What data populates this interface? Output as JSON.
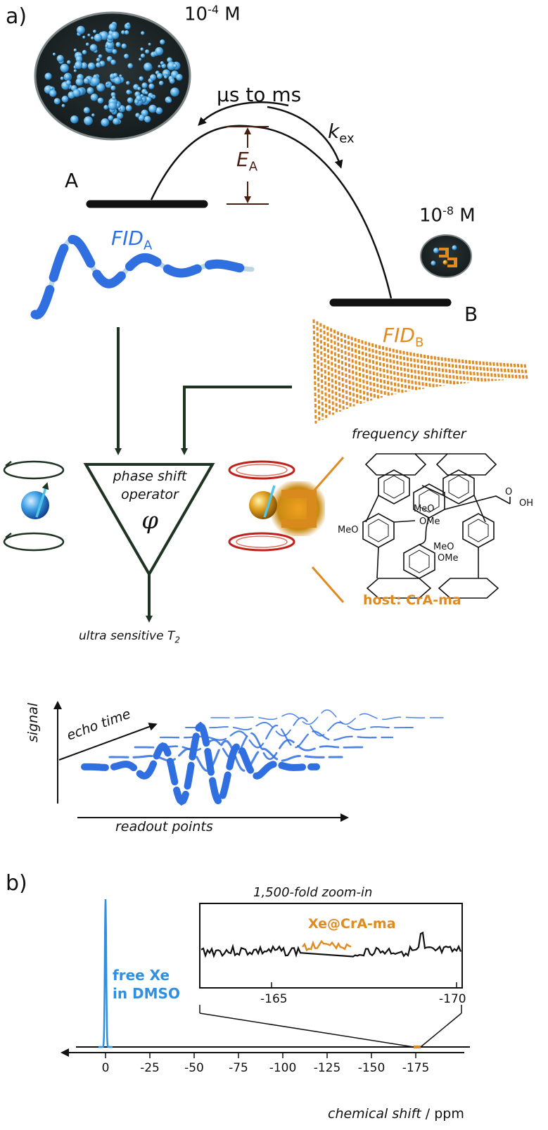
{
  "panel_a": {
    "label": "a)",
    "conc_high": "10-4 M",
    "conc_high_base": "10",
    "conc_high_exp": "-4",
    "conc_high_unit": " M",
    "conc_low_base": "10",
    "conc_low_exp": "-8",
    "conc_low_unit": " M",
    "timescale": "μs to ms",
    "kex_main": "k",
    "kex_sub": "ex",
    "ea_main": "E",
    "ea_sub": "A",
    "state_a": "A",
    "state_b": "B",
    "fid_a_main": "FID",
    "fid_a_sub": "A",
    "fid_b_main": "FID",
    "fid_b_sub": "B",
    "operator_line1": "phase shift",
    "operator_line2": "operator",
    "operator_symbol": "φ",
    "frequency_shifter": "frequency shifter",
    "host_label": "host: CrA-ma",
    "output_main": "ultra sensitive T",
    "output_sub": "2",
    "molecule_groups": [
      "MeO",
      "OMe",
      "MeO",
      "MeO",
      "OMe",
      "O",
      "OH"
    ],
    "axis_signal": "signal",
    "axis_echo": "echo time",
    "axis_readout": "readout points"
  },
  "panel_b": {
    "label": "b)",
    "zoom_title": "1,500-fold zoom-in",
    "complex_label": "Xe@CrA-ma",
    "free_line1": "free Xe",
    "free_line2": "in DMSO",
    "inset_ticks": [
      "-165",
      "-170"
    ],
    "xlabel_main": "chemical shift",
    "xlabel_unit": " / ppm",
    "x_ticks": [
      "0",
      "-25",
      "-50",
      "-75",
      "-100",
      "-125",
      "-150",
      "-175"
    ]
  },
  "colors": {
    "blue": "#2f6fe0",
    "orange": "#e08a20",
    "dark_green": "#1f3323",
    "brown": "#4a1f10",
    "light_blue": "#3fa0e6"
  }
}
